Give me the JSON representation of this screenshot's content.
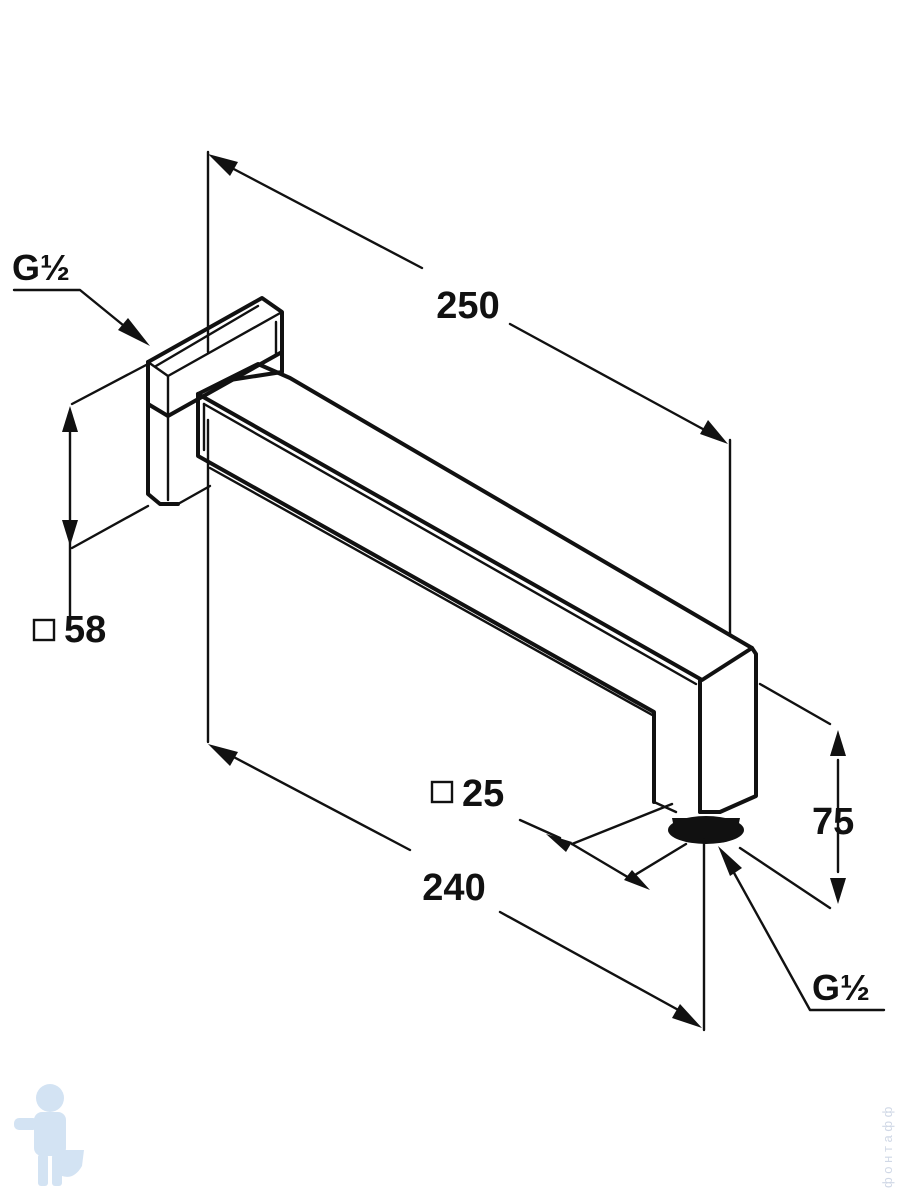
{
  "dimensions": {
    "overall_length": "250",
    "wall_plate_size": "58",
    "wall_plate_size_symbol": "□",
    "arm_section": "25",
    "arm_section_symbol": "□",
    "horizontal_length": "240",
    "drop_height": "75"
  },
  "threads": {
    "inlet": "G½",
    "outlet": "G½"
  },
  "watermark": {
    "text": "ф о н т а ф ф",
    "icon": "plumber-figure-icon"
  },
  "colors": {
    "line": "#111111",
    "background": "#ffffff",
    "watermark": "#cfe0f2"
  }
}
